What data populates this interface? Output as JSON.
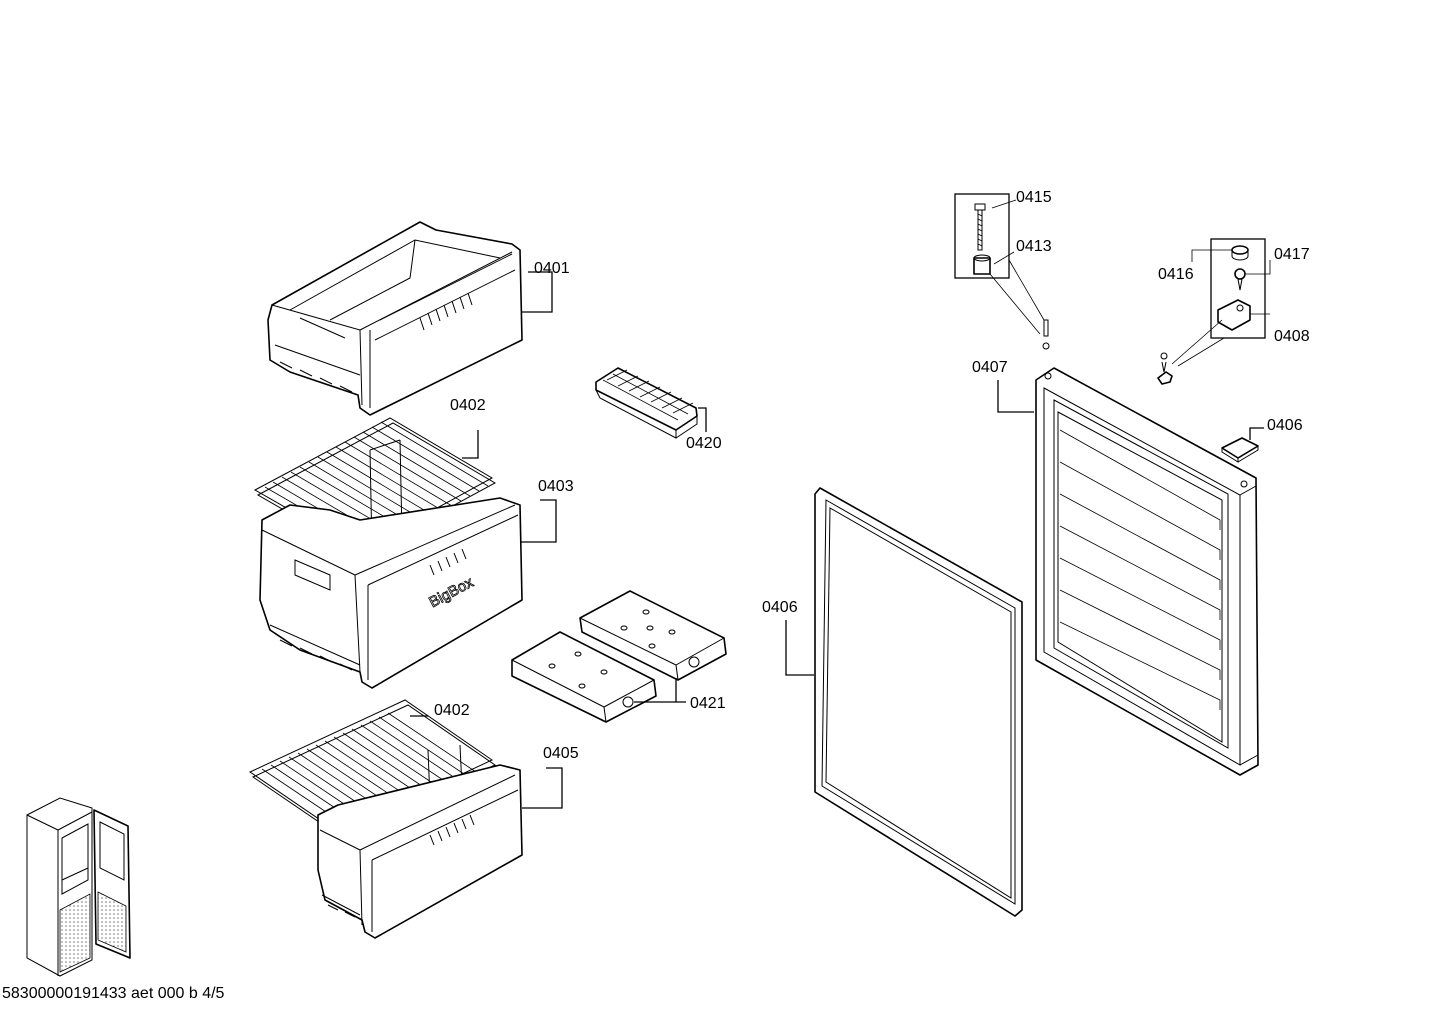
{
  "diagram": {
    "labels": {
      "p0401": "0401",
      "p0402a": "0402",
      "p0402b": "0402",
      "p0403": "0403",
      "p0405": "0405",
      "p0406a": "0406",
      "p0406b": "0406",
      "p0407": "0407",
      "p0408": "0408",
      "p0413": "0413",
      "p0415": "0415",
      "p0416": "0416",
      "p0417": "0417",
      "p0420": "0420",
      "p0421": "0421"
    },
    "drawer_text": "BigBox"
  },
  "footer": {
    "doc_ref": "58300000191433 aet 000 b 4/5"
  }
}
